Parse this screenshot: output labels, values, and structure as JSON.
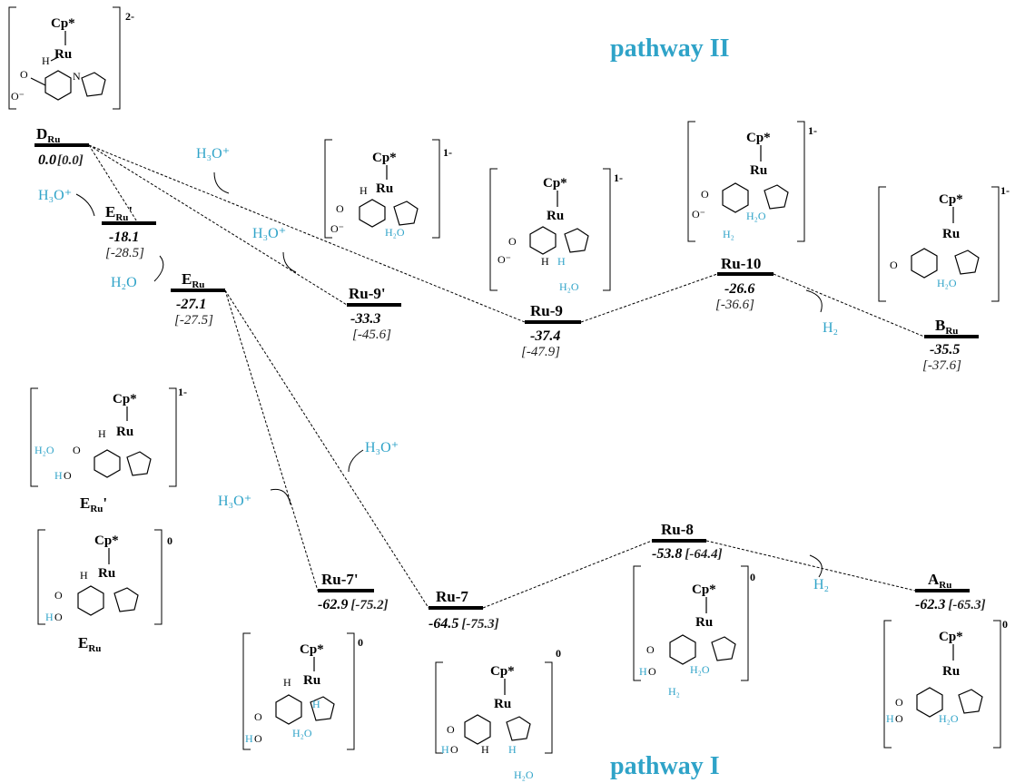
{
  "titles": {
    "pathway_II": "pathway II",
    "pathway_I": "pathway I"
  },
  "states": {
    "D": {
      "label": "D",
      "sub": "Ru",
      "sup": "",
      "e1": "0.0",
      "e2": "[0.0]"
    },
    "Ep": {
      "label": "E",
      "sub": "Ru",
      "sup": "'",
      "e1": "-18.1",
      "e2": "[-28.5]"
    },
    "E": {
      "label": "E",
      "sub": "Ru",
      "sup": "",
      "e1": "-27.1",
      "e2": "[-27.5]"
    },
    "R9p": {
      "label": "Ru-9'",
      "e1": "-33.3",
      "e2": "[-45.6]"
    },
    "R9": {
      "label": "Ru-9",
      "e1": "-37.4",
      "e2": "[-47.9]"
    },
    "R10": {
      "label": "Ru-10",
      "e1": "-26.6",
      "e2": "[-36.6]"
    },
    "B": {
      "label": "B",
      "sub": "Ru",
      "e1": "-35.5",
      "e2": "[-37.6]"
    },
    "R7p": {
      "label": "Ru-7'",
      "e1": "-62.9",
      "e2": "[-75.2]"
    },
    "R7": {
      "label": "Ru-7",
      "e1": "-64.5",
      "e2": "[-75.3]"
    },
    "R8": {
      "label": "Ru-8",
      "e1": "-53.8",
      "e2": "[-64.4]"
    },
    "A": {
      "label": "A",
      "sub": "Ru",
      "e1": "-62.3",
      "e2": "[-65.3]"
    }
  },
  "reagents": {
    "h3o": "H₃O⁺",
    "h2o": "H₂O",
    "h2": "H₂"
  },
  "molecules": {
    "cp": "Cp*",
    "ru": "Ru",
    "h": "H",
    "n": "N",
    "o": "O",
    "ominus": "O⁻",
    "ho": "HO",
    "h2o": "H₂O",
    "h2": "H₂",
    "charge_2m": "2-",
    "charge_1m": "1-",
    "charge_0": "0",
    "label_Ep": "E",
    "label_E": "E",
    "label_sub": "Ru",
    "label_prime": "'"
  }
}
